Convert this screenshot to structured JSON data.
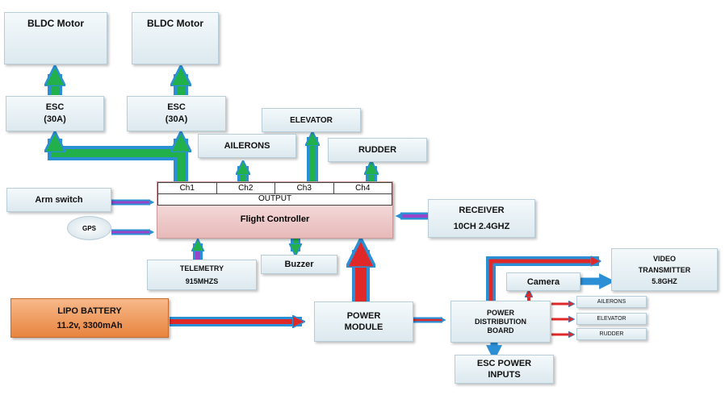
{
  "motors": [
    "BLDC Motor",
    "BLDC Motor"
  ],
  "escs": [
    {
      "name": "ESC",
      "rating": "(30A)"
    },
    {
      "name": "ESC",
      "rating": "(30A)"
    }
  ],
  "outputs_top": {
    "ailerons": "AILERONS",
    "elevator": "ELEVATOR",
    "rudder": "RUDDER"
  },
  "flight_controller": {
    "channels": [
      "Ch1",
      "Ch2",
      "Ch3",
      "Ch4"
    ],
    "output_label": "OUTPUT",
    "title": "Flight Controller"
  },
  "arm_switch": "Arm switch",
  "gps": "GPS",
  "receiver": {
    "name": "RECEIVER",
    "spec": "10CH 2.4GHZ"
  },
  "telemetry": {
    "name": "TELEMETRY",
    "spec": "915MHZS"
  },
  "buzzer": "Buzzer",
  "battery": {
    "name": "LIPO BATTERY",
    "spec": "11.2v, 3300mAh"
  },
  "power_module": {
    "line1": "POWER",
    "line2": "MODULE"
  },
  "pdb": {
    "line1": "POWER",
    "line2": "DISTRIBUTION",
    "line3": "BOARD"
  },
  "camera": "Camera",
  "video_tx": {
    "line1": "VIDEO",
    "line2": "TRANSMITTER",
    "line3": "5.8GHZ"
  },
  "pdb_outputs": {
    "ailerons": "AILERONS",
    "elevator": "ELEVATOR",
    "rudder": "RUDDER"
  },
  "esc_power": {
    "line1": "ESC POWER",
    "line2": "INPUTS"
  },
  "colors": {
    "blue_wire": "#2b8fd6",
    "green_arrow": "#22b04b",
    "red_arrow": "#e02828",
    "purple_arrow": "#9a44c8",
    "fc_fill": "#f2d3d3",
    "battery_fill": "#f09a5a"
  }
}
